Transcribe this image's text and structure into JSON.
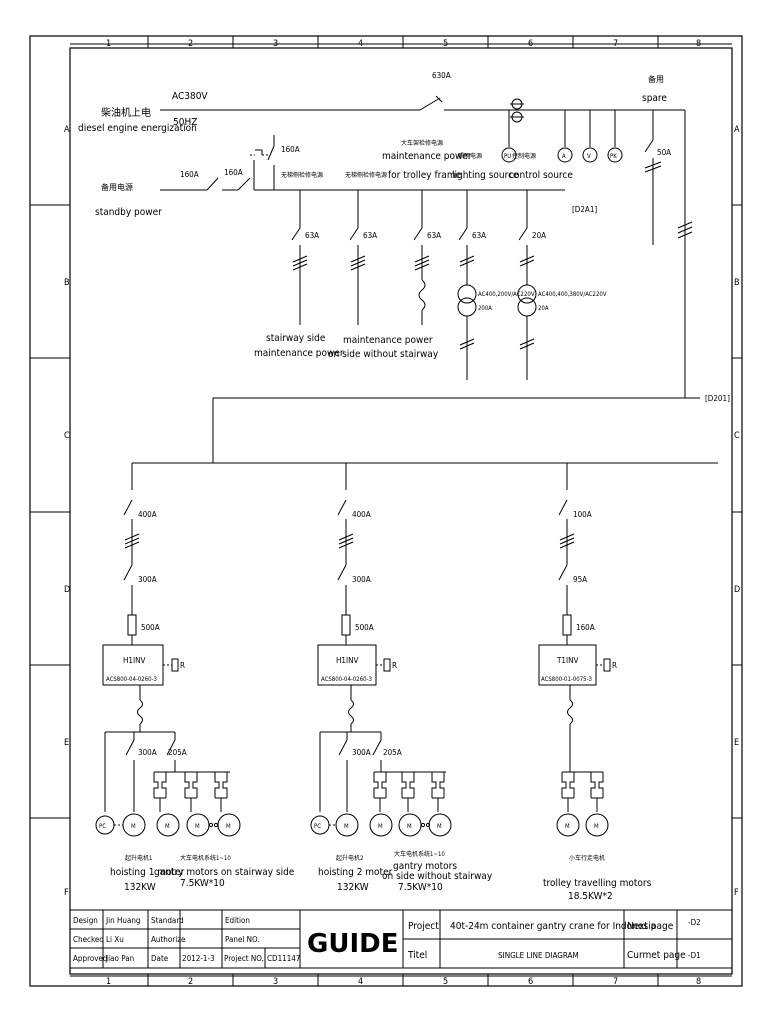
{
  "grid": {
    "columns": [
      "1",
      "2",
      "3",
      "4",
      "5",
      "6",
      "7",
      "8"
    ],
    "rows": [
      "A",
      "B",
      "C",
      "D",
      "E",
      "F"
    ]
  },
  "supply": {
    "main_source_cn": "柴油机上电",
    "main_source": "diesel engine energization",
    "voltage": "AC380V",
    "frequency": "50HZ",
    "standby_cn": "备用电源",
    "standby": "standby power",
    "breaker_630": "630A",
    "spare_cn": "备用",
    "spare": "spare",
    "breaker_spare": "50A",
    "breaker_160a": "160A",
    "breaker_160b": "160A",
    "breaker_160c": "160A",
    "ref_d2a1": "[D2A1]",
    "ref_d201": "[D201]"
  },
  "meters": [
    "PU",
    "A",
    "V",
    "PK"
  ],
  "feeders": [
    {
      "cn": "无梯侧检修电源",
      "breaker": "63A"
    },
    {
      "cn": "无梯侧检修电源",
      "breaker": "63A"
    },
    {
      "cn": "大车架检修电源",
      "label1": "maintenance power",
      "label2": "for trolley frame",
      "breaker": "63A"
    },
    {
      "cn": "照明电源",
      "label1": "lighting source",
      "breaker": "63A",
      "xfmr": "AC400,200V/AC220V",
      "xfmr2": "200A"
    },
    {
      "cn": "控制电源",
      "label1": "control source",
      "breaker": "20A",
      "xfmr": "AC400,400,380V/AC220V",
      "xfmr2": "20A"
    }
  ],
  "feeder_bottom": {
    "stair1": "stairway side",
    "stair2": "maintenance power",
    "nostair1": "maintenance power",
    "nostair2": "on side without stairway"
  },
  "drives": [
    {
      "b1": "400A",
      "b2": "300A",
      "fuse": "500A",
      "inv": "H1INV",
      "model": "ACS800-04-0260-3",
      "r": "R",
      "b3": "300A",
      "b4": "205A",
      "cn1": "起升电机1",
      "desc1": "hoisting 1 moter",
      "p1": "132KW",
      "cn2": "大车电机系统1~10",
      "desc2": "gantry motors on stairway side",
      "p2": "7.5KW*10"
    },
    {
      "b1": "400A",
      "b2": "300A",
      "fuse": "500A",
      "inv": "H1INV",
      "model": "ACS800-04-0260-3",
      "r": "R",
      "b3": "300A",
      "b4": "205A",
      "cn1": "起升电机2",
      "desc1": "hoisting 2 moter",
      "p1": "132KW",
      "cn2": "大车电机系统1~10",
      "desc2a": "gantry motors",
      "desc2b": "on side without stairway",
      "p2": "7.5KW*10"
    },
    {
      "b1": "100A",
      "b2": "95A",
      "fuse": "160A",
      "inv": "T1INV",
      "model": "ACS800-01-0075-3",
      "r": "R",
      "cn2": "小车行走电机",
      "desc2": "trolley travelling motors",
      "p2": "18.5KW*2"
    }
  ],
  "motor_symbol": "M",
  "pc_symbol": "PC",
  "title_block": {
    "design_l": "Design",
    "design_v": "Jin Huang",
    "checked_l": "Checked",
    "checked_v": "Li Xu",
    "approved_l": "Approved",
    "approved_v": "Jiao Pan",
    "standard_l": "Standard",
    "authorize_l": "Authorize",
    "date_l": "Date",
    "date_v": "2012-1-3",
    "edition_l": "Edition",
    "panel_l": "Panel NO.",
    "project_no_l": "Project NO.",
    "project_no_v": "CD11147",
    "logo": "GUIDE",
    "project_l": "Project",
    "project_v": "40t-24m container gantry crane for Indonesia",
    "title_l": "Titel",
    "title_v": "SINGLE LINE DIAGRAM",
    "next_l": "Next page",
    "next_v": "-D2",
    "current_l": "Curmet page",
    "current_v": "-D1"
  }
}
